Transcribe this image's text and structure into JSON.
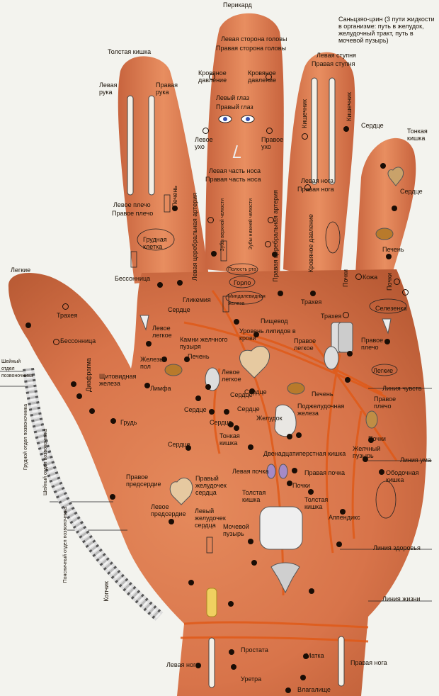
{
  "labels": {
    "pericard": "Перикард",
    "sanjiao": "Саньцзяо-цзин (3 пути жидкости в организме: путь в желудок, желудочный тракт, путь в мочевой пузырь)",
    "colon_top": "Толстая кишка",
    "left_arm": "Левая рука",
    "right_arm": "Правая рука",
    "left_head": "Левая сторона головы",
    "right_head": "Правая сторона головы",
    "blood_pressure_l": "Кровяное давление",
    "blood_pressure_r": "Кровяное давление",
    "left_eye": "Левый глаз",
    "right_eye": "Правый глаз",
    "left_ear": "Левое ухо",
    "right_ear": "Правое ухо",
    "left_nose": "Левая часть носа",
    "right_nose": "Правая часть носа",
    "left_foot": "Левая ступня",
    "right_foot": "Правая ступня",
    "intestine_l": "Кишечник",
    "intestine_r": "Кишечник",
    "heart_top": "Сердце",
    "small_intestine": "Тонкая кишка",
    "left_leg_top": "Левая нога",
    "right_leg_top": "Правая нога",
    "heart_pinky": "Сердце",
    "left_shoulder": "Левое плечо",
    "right_shoulder_top": "Правое плечо",
    "liver_top": "Печень",
    "cerebral_left": "Левая церебральная артерия",
    "teeth_upper": "Зубы верхней челюсти",
    "teeth_lower": "Зубы нижней челюсти",
    "cerebral_right": "Правая церебральная артерия",
    "chest": "Грудная клетка",
    "blood_pressure_ring": "Кровяное давление",
    "liver_pinky": "Печень",
    "lungs": "Легкие",
    "insomnia_top": "Бессонница",
    "oral_cavity": "Полость рта",
    "throat": "Горло",
    "kidneys_top": "Почки",
    "skin": "Кожа",
    "kidneys_right": "Почки",
    "trachea_thumb": "Трахея",
    "glycemia": "Гликемия",
    "tonsils": "Миндалевидная железа",
    "trachea_mid": "Трахея",
    "trachea_right": "Трахея",
    "spleen": "Селезенка",
    "heart_mid": "Сердце",
    "esophagus": "Пищевод",
    "left_lung": "Левое легкое",
    "gallstones": "Камни желчного пузыря",
    "blood_lipids": "Уровень липидов в крови",
    "insomnia_thumb": "Бессонница",
    "liver_mid": "Печень",
    "right_lung": "Правое легкое",
    "right_shoulder": "Правое плечо",
    "cervical": "Шейный отдел позвоночника",
    "tear_gland": "Железы пол",
    "diaphragm": "Диафрагма",
    "thyroid": "Щитовидная железа",
    "lymph": "Лимфа",
    "left_lung_2": "Левое легкое",
    "heart_c1": "Сердце",
    "lungs_label": "Легкие",
    "liver_right": "Печень",
    "feeling_line": "Линия чувств",
    "right_shoulder_2": "Правое плечо",
    "heart_c2": "Сердце",
    "heart_c3": "Сердце",
    "stomach": "Желудок",
    "pancreas": "Поджелудочная железа",
    "chest_label": "Грудь",
    "thin_gut": "Тонкая кишка",
    "kidneys_low": "Почки",
    "bile": "Желчный пузырь",
    "mind_line": "Линия ума",
    "heart_left": "Сердце",
    "duodenum": "Двенадцатиперстная кишка",
    "left_kidney": "Левая почка",
    "right_kidney": "Правая почка",
    "colon_right": "Ободочная кишка",
    "right_atrium": "Правое предсердие",
    "right_ventricle": "Правый желудочек сердца",
    "kidneys_center": "Почки",
    "colon_large": "Толстая кишка",
    "colon_large_r": "Толстая кишка",
    "left_atrium": "Левое предсердие",
    "left_ventricle": "Левый желудочек сердца",
    "appendix": "Аппендикс",
    "bladder": "Мочевой пузырь",
    "health_line": "Линия здоровья",
    "life_line": "Линия жизни",
    "thoracic": "Грудной отдел позвоночника",
    "lumbar": "Поясничный отдел позвоночника",
    "sacrum": "Копчик",
    "prostate": "Простата",
    "left_leg": "Левая нога",
    "uterus": "Матка",
    "right_leg": "Правая нога",
    "urethra": "Уретра",
    "vagina": "Влагалище",
    "spine_side": "Шейный отдел позвоночника"
  }
}
